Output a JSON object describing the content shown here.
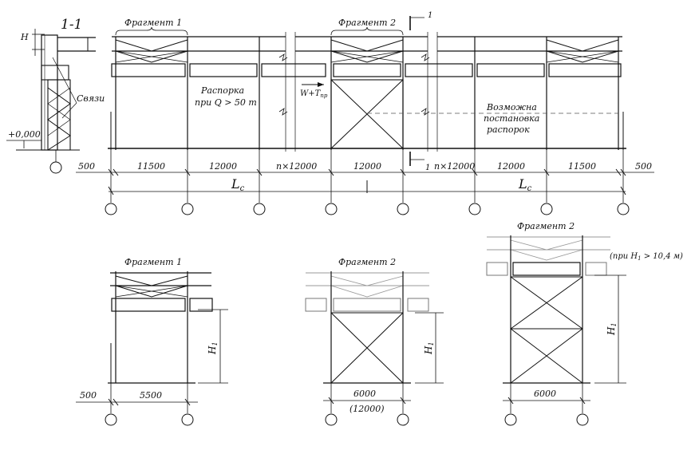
{
  "section": {
    "title": "1-1",
    "h_label": "H",
    "ties_label": "Связи",
    "level_label": "+0,000"
  },
  "main": {
    "fragment1_label": "Фрагмент 1",
    "fragment2_label": "Фрагмент 2",
    "section_mark": "1",
    "strut_note_line1": "Распорка",
    "strut_note_line2": "при Q > 50 т",
    "force_label": "W+T",
    "force_sub": "пр",
    "possible_line1": "Возможна",
    "possible_line2": "постановка",
    "possible_line3": "распорок",
    "dims": [
      "500",
      "11500",
      "12000",
      "n×12000",
      "12000",
      "n×12000",
      "12000",
      "11500",
      "500"
    ],
    "lc_label": "L",
    "lc_sub": "c"
  },
  "bottom": {
    "frag1": {
      "title": "Фрагмент 1",
      "dim_left": "500",
      "dim_span": "5500",
      "h_label": "H",
      "h_sub": "1"
    },
    "frag2": {
      "title": "Фрагмент 2",
      "dim_span": "6000",
      "dim_alt": "(12000)",
      "h_label": "H",
      "h_sub": "1"
    },
    "frag3": {
      "title": "Фрагмент 2",
      "note": "(при H",
      "note_sub": "1",
      "note_tail": " > 10,4 м)",
      "dim_span": "6000",
      "h_label": "H",
      "h_sub": "1"
    }
  }
}
